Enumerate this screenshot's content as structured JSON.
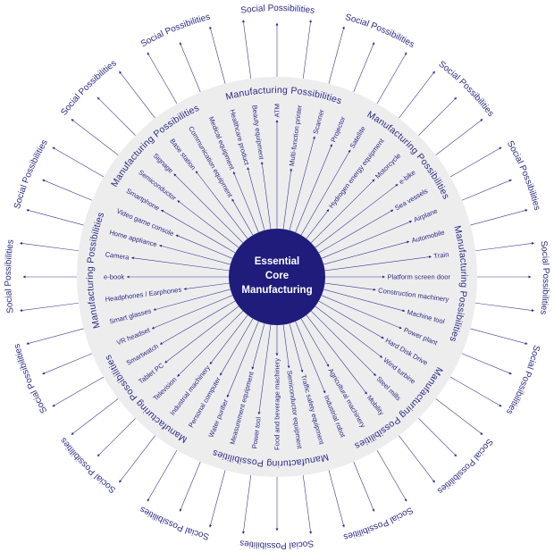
{
  "center": {
    "lines": [
      "Essential",
      "Core",
      "Manufacturing"
    ]
  },
  "ring_label": "Manufacturing Possibilities",
  "outer_label": "Social Possibilities",
  "ring_label_count": 8,
  "outer_label_count": 16,
  "colors": {
    "navy": "#1f1c7c",
    "disc": "#ededee",
    "text": "#2b2a85",
    "line": "#3a3890"
  },
  "items": [
    "ATM",
    "Multi-function printer",
    "Scanner",
    "Projector",
    "Satellite",
    "Hydrogen energy equipment",
    "Motorcycle",
    "e-bike",
    "Sea vessels",
    "Airplane",
    "Automobile",
    "Train",
    "Platform screen door",
    "Construction machinery",
    "Machine tool",
    "Power plant",
    "Hard Disk Drive",
    "Wind turbine",
    "Steel mills",
    "Mobility",
    "Agricultural machinery",
    "Industrial robot",
    "Traffic safety equipment",
    "Semiconductor equipment",
    "Food and beverage machinery",
    "Power tool",
    "Measurement equipment",
    "Water purifier",
    "Personal computer",
    "Industrial machinery",
    "Television",
    "Tablet PC",
    "Smartwatch",
    "VR headset",
    "Smart glasses",
    "Headphones / Earphones",
    "e-book",
    "Camera",
    "Home appliance",
    "Video game console",
    "Smartphone",
    "Semiconductor",
    "Signage",
    "Base station",
    "Communication equipment",
    "Medical equipment",
    "Healthcare product",
    "Beauty equipment"
  ]
}
